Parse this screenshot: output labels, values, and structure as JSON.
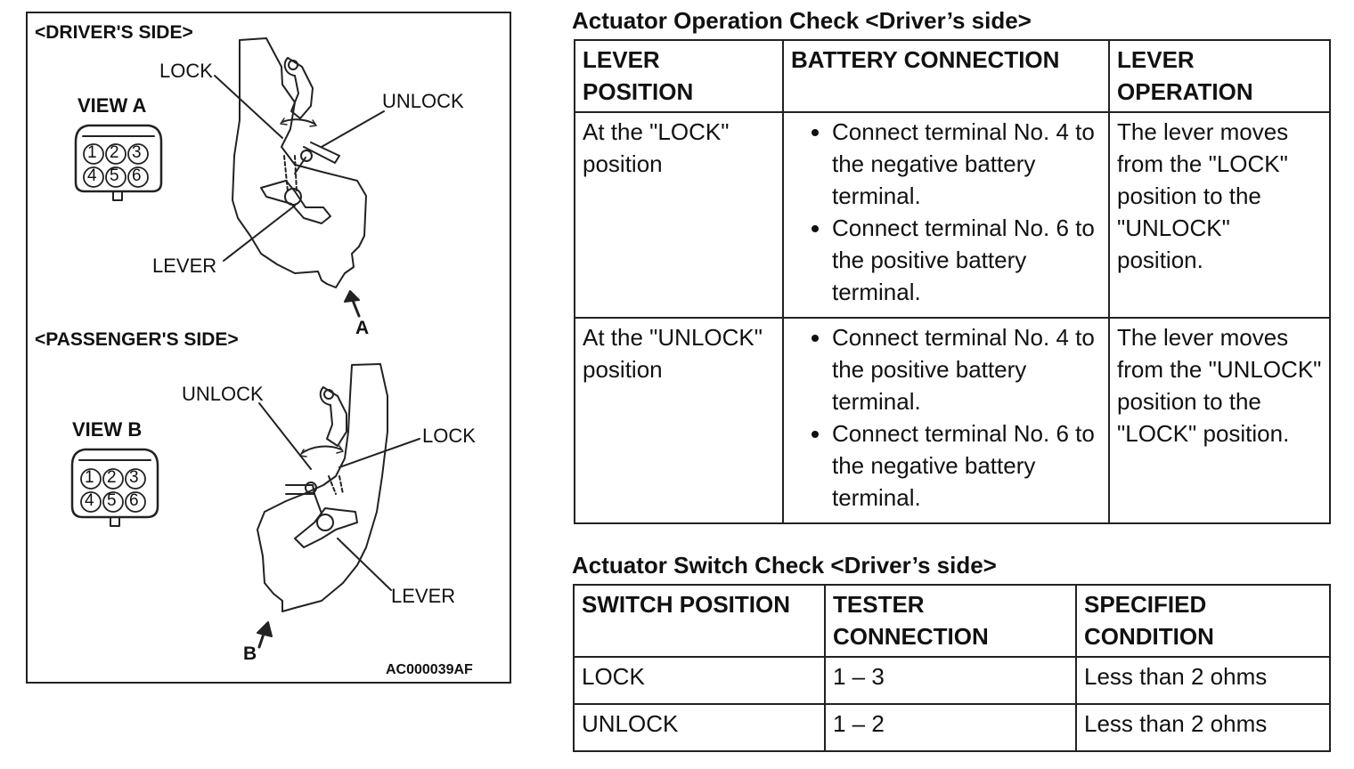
{
  "figure": {
    "drivers_side_label": "<DRIVER'S SIDE>",
    "passengers_side_label": "<PASSENGER'S SIDE>",
    "view_a": {
      "title": "VIEW A",
      "pins_top": [
        "1",
        "2",
        "3"
      ],
      "pins_bottom": [
        "4",
        "5",
        "6"
      ]
    },
    "view_b": {
      "title": "VIEW B",
      "pins_top": [
        "1",
        "2",
        "3"
      ],
      "pins_bottom": [
        "4",
        "5",
        "6"
      ]
    },
    "driver_callouts": {
      "lock": "LOCK",
      "unlock": "UNLOCK",
      "lever": "LEVER",
      "arrow": "A"
    },
    "passenger_callouts": {
      "unlock": "UNLOCK",
      "lock": "LOCK",
      "lever": "LEVER",
      "arrow": "B"
    },
    "figure_code": "AC000039AF"
  },
  "operation_check": {
    "title": "Actuator Operation Check <Driver’s side>",
    "headers": [
      "LEVER POSITION",
      "BATTERY CONNECTION",
      "LEVER OPERATION"
    ],
    "rows": [
      {
        "position": "At the \"LOCK\" position",
        "connections": [
          "Connect terminal No. 4 to the negative battery terminal.",
          "Connect terminal No. 6 to the positive battery terminal."
        ],
        "operation": "The lever moves from the \"LOCK\" position to the \"UNLOCK\" position."
      },
      {
        "position": "At the \"UNLOCK\" position",
        "connections": [
          "Connect terminal No. 4 to the positive battery terminal.",
          "Connect terminal No. 6 to the negative battery terminal."
        ],
        "operation": "The lever moves from the \"UNLOCK\" position to the \"LOCK\" position."
      }
    ]
  },
  "switch_check": {
    "title": "Actuator Switch Check <Driver’s side>",
    "headers": [
      "SWITCH POSITION",
      "TESTER CONNECTION",
      "SPECIFIED CONDITION"
    ],
    "rows": [
      {
        "position": "LOCK",
        "connection": "1 – 3",
        "condition": "Less than 2 ohms"
      },
      {
        "position": "UNLOCK",
        "connection": "1 – 2",
        "condition": "Less than 2 ohms"
      }
    ]
  }
}
